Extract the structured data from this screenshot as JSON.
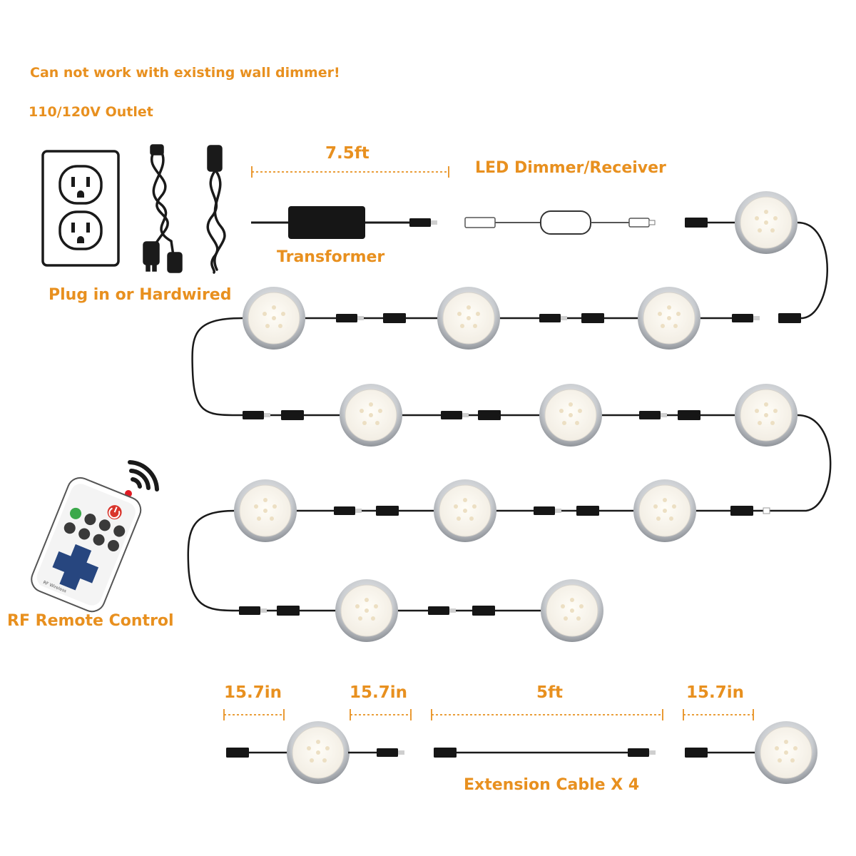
{
  "texts": {
    "warning": "Can not work with existing wall dimmer!",
    "outlet": "110/120V Outlet",
    "plug_or_hardwired": "Plug in or Hardwired",
    "transformer_length": "7.5ft",
    "transformer": "Transformer",
    "dimmer_receiver": "LED Dimmer/Receiver",
    "rf_remote": "RF Remote Control",
    "extension_cable": "Extension Cable X 4"
  },
  "dimensions": [
    "15.7in",
    "15.7in",
    "5ft",
    "15.7in"
  ],
  "remote": {
    "power_icon": "power-icon",
    "signal_icon": "wifi-signal-icon"
  },
  "colors": {
    "label": "#e8901f",
    "wire": "#1a1a1a",
    "puck_rim": "#b9bcc1",
    "puck_face": "#fbf7ee",
    "indicator": "#e01b24",
    "power_button": "#d9342b",
    "remote_green": "#3aa84a",
    "remote_blue": "#27467f"
  }
}
